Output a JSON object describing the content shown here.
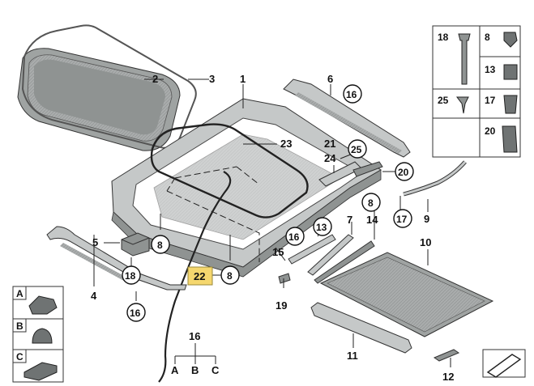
{
  "diagram": {
    "callouts": {
      "c1": "1",
      "c2": "2",
      "c3": "3",
      "c4": "4",
      "c5": "5",
      "c6": "6",
      "c7": "7",
      "c8a": "8",
      "c8b": "8",
      "c8c": "8",
      "c9": "9",
      "c10": "10",
      "c11": "11",
      "c12": "12",
      "c13": "13",
      "c14": "14",
      "c15": "15",
      "c16a": "16",
      "c16b": "16",
      "c16c": "16",
      "c16d": "16",
      "c17": "17",
      "c18": "18",
      "c19": "19",
      "c20": "20",
      "c21": "21",
      "c22": "22",
      "c23": "23",
      "c24": "24",
      "c25": "25"
    },
    "hardware_table": {
      "r1a": "18",
      "r1b": "8",
      "r2b": "13",
      "r3a": "25",
      "r3b": "17",
      "r4b": "20"
    },
    "legend": {
      "row_a": "A",
      "row_b": "B",
      "row_c": "C"
    },
    "kit": {
      "number": "16",
      "variant_a": "A",
      "variant_b": "B",
      "variant_c": "C"
    }
  },
  "colors": {
    "highlight_fill": "#f5d76e",
    "part_gray": "#b9bcbc",
    "glass_green": "#cfe0d2"
  }
}
